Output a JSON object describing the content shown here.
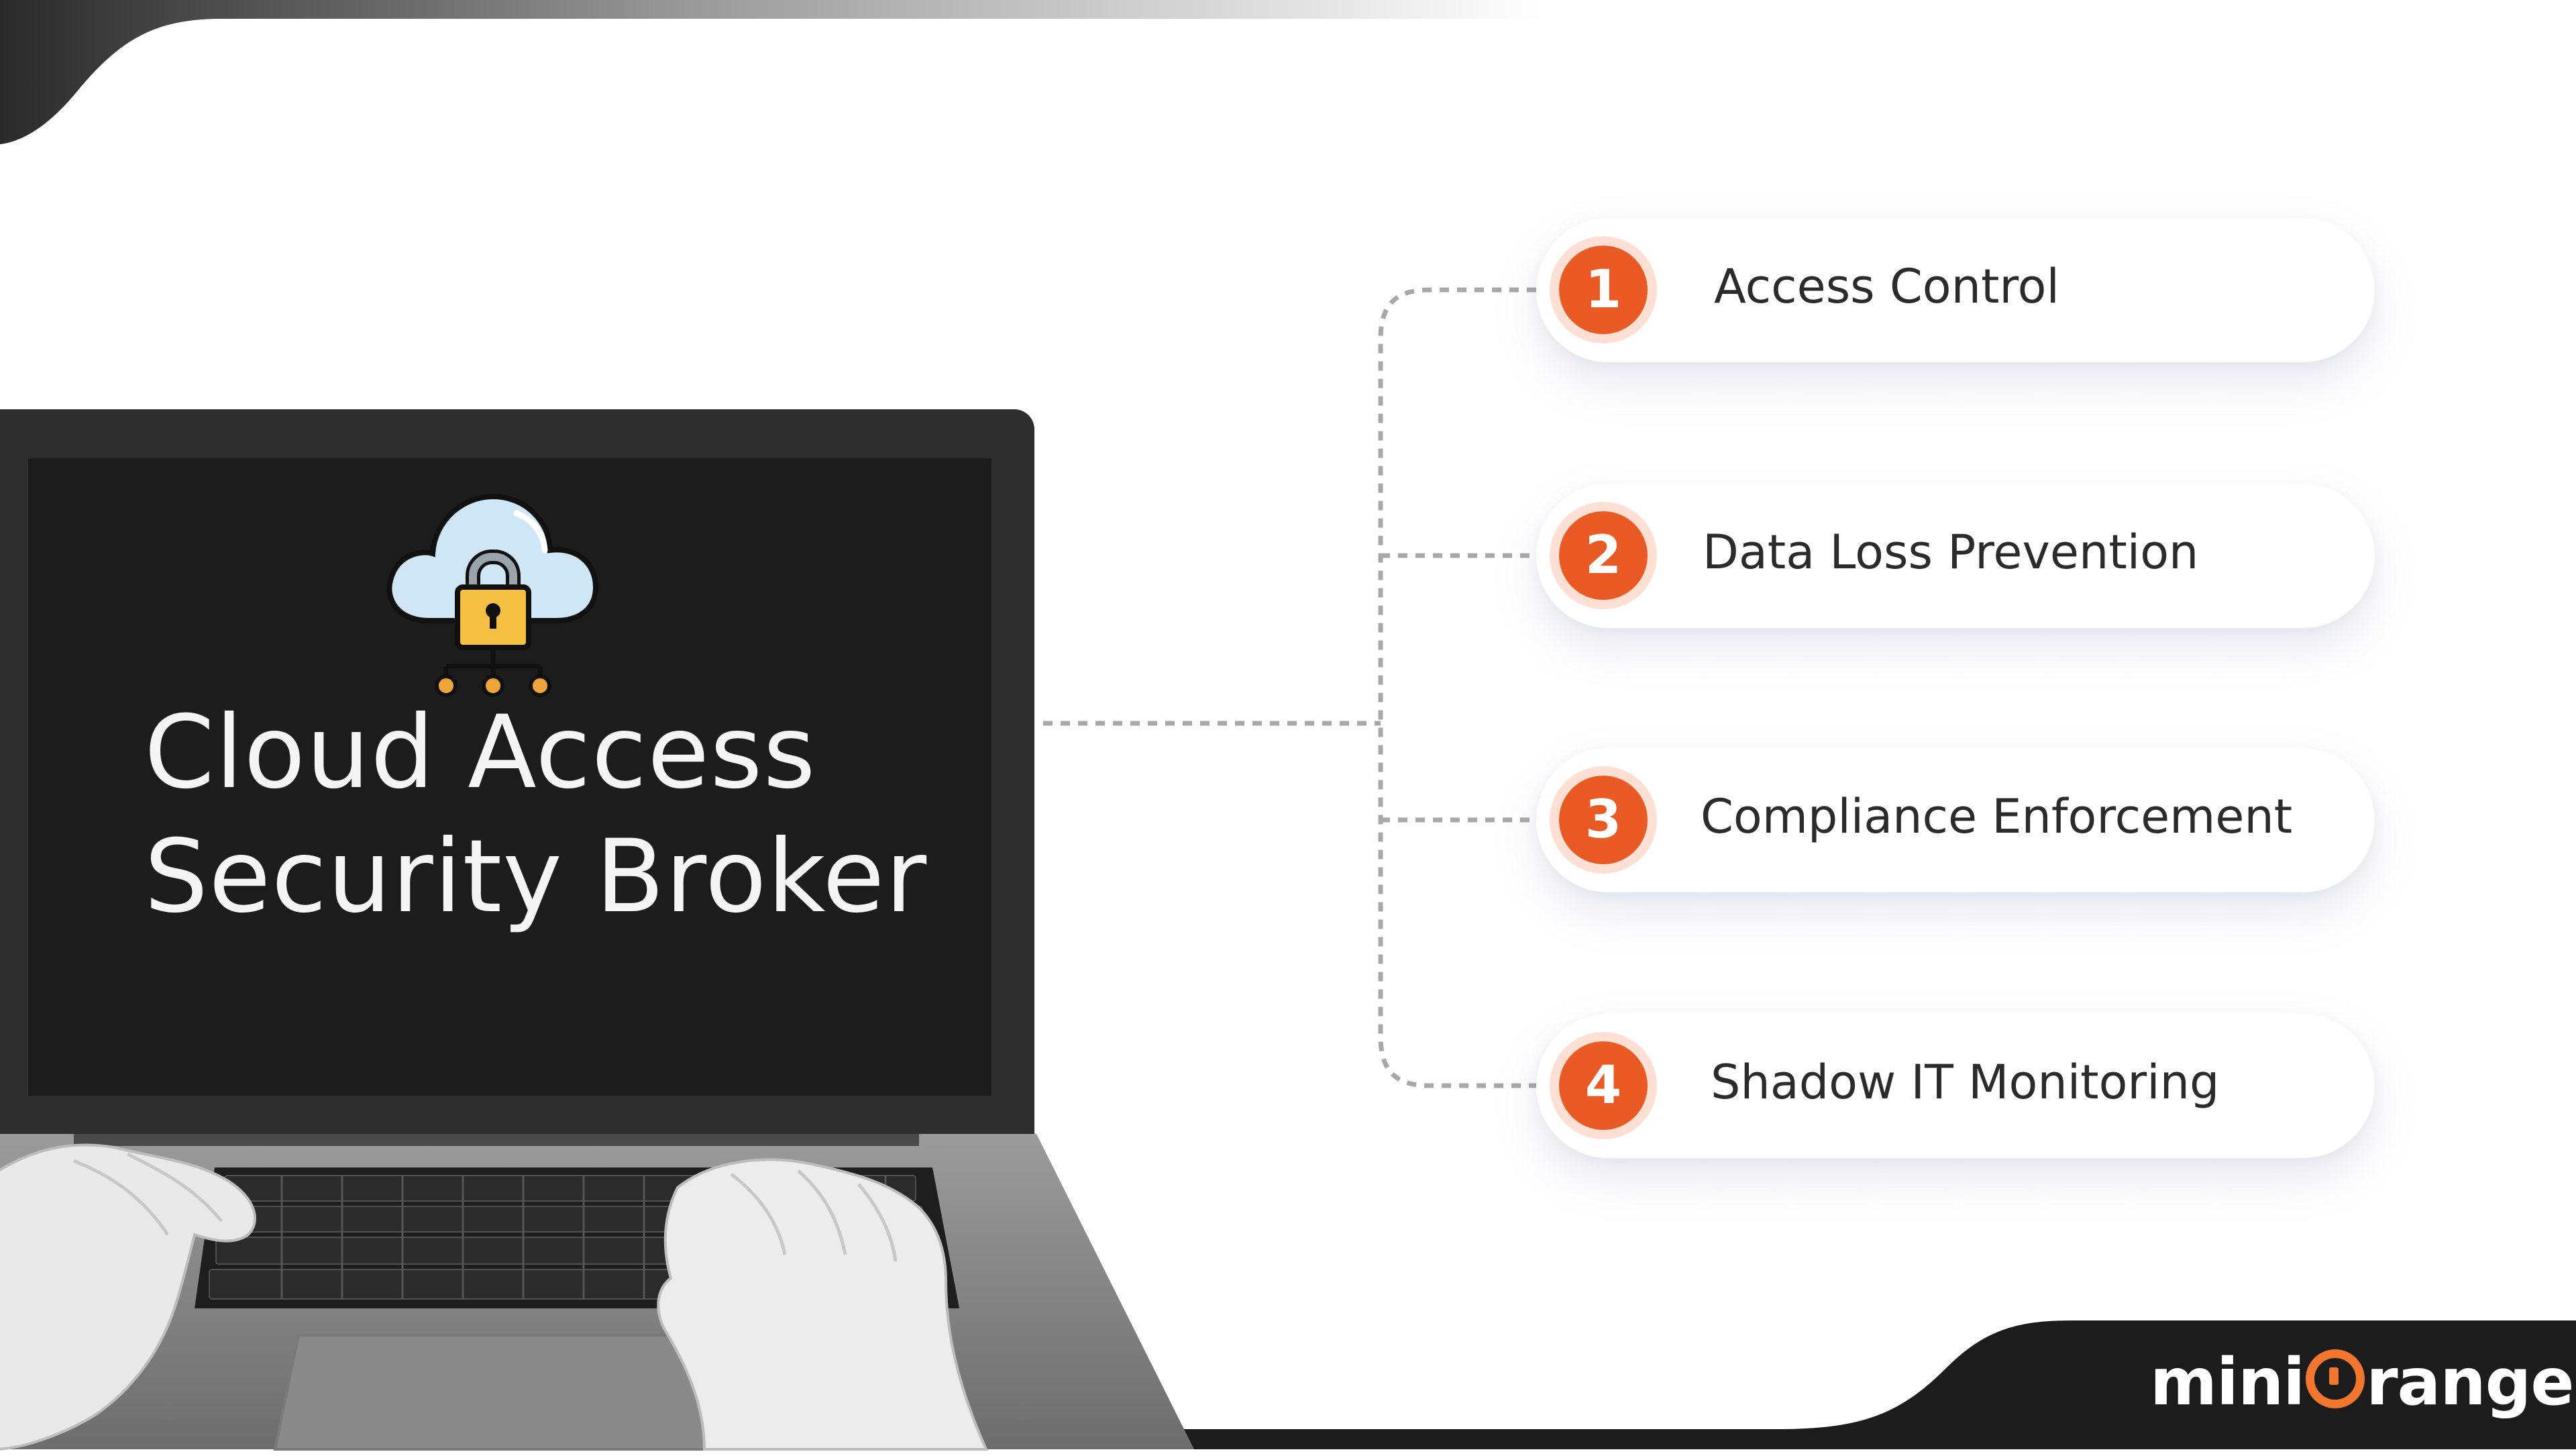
{
  "heading": {
    "line1": "Cloud Access",
    "line2": "Security Broker"
  },
  "items": [
    {
      "number": "1",
      "label": "Access Control"
    },
    {
      "number": "2",
      "label": "Data Loss Prevention"
    },
    {
      "number": "3",
      "label": "Compliance Enforcement"
    },
    {
      "number": "4",
      "label": "Shadow IT Monitoring"
    }
  ],
  "brand": {
    "name_part1": "mini",
    "name_part2": "range",
    "accent_color": "#ea5a24",
    "logo_color": "#f2762e",
    "dark_color": "#1c1c1c"
  },
  "icons": {
    "screen_icon": "cloud-lock-network-icon",
    "logo_icon": "orange-keyhole-icon"
  }
}
